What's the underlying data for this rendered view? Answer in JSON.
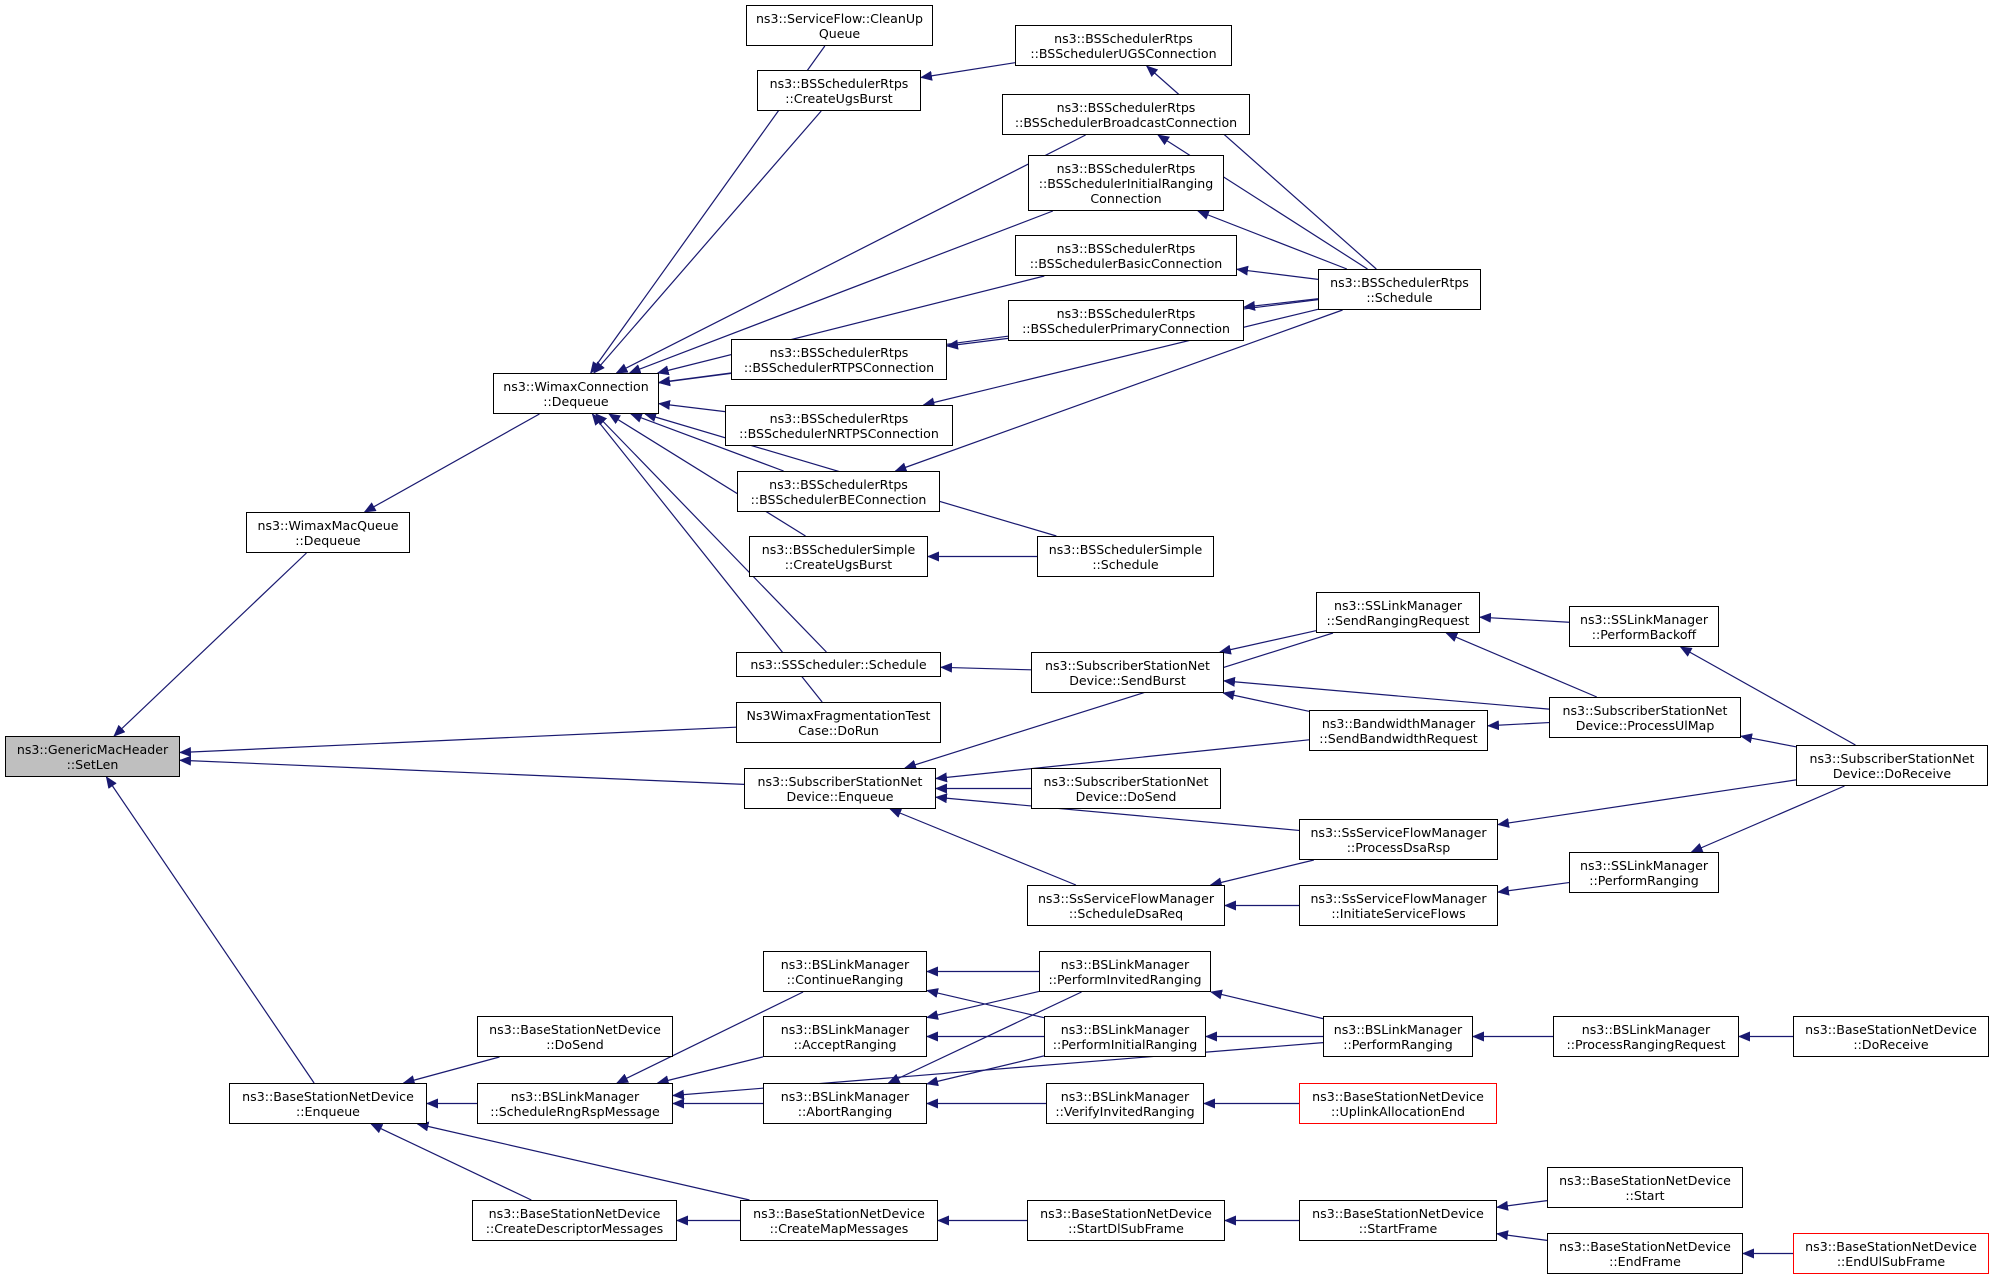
{
  "graph": {
    "edge_color": "#191970",
    "focus_fill": "#bfbfbf",
    "truncated_border": "#ff0000",
    "nodes": [
      {
        "id": "gmh_setlen",
        "lines": [
          "ns3::GenericMacHeader",
          "::SetLen"
        ],
        "focus": true
      },
      {
        "id": "wmq_dequeue",
        "lines": [
          "ns3::WimaxMacQueue",
          "::Dequeue"
        ]
      },
      {
        "id": "bsnd_enqueue",
        "lines": [
          "ns3::BaseStationNetDevice",
          "::Enqueue"
        ]
      },
      {
        "id": "wc_dequeue",
        "lines": [
          "ns3::WimaxConnection",
          "::Dequeue"
        ]
      },
      {
        "id": "frag_dorun",
        "lines": [
          "Ns3WimaxFragmentationTest",
          "Case::DoRun"
        ]
      },
      {
        "id": "ssnd_enqueue",
        "lines": [
          "ns3::SubscriberStationNet",
          "Device::Enqueue"
        ]
      },
      {
        "id": "sf_cleanup",
        "lines": [
          "ns3::ServiceFlow::CleanUp",
          "Queue"
        ]
      },
      {
        "id": "rtps_createugs",
        "lines": [
          "ns3::BSSchedulerRtps",
          "::CreateUgsBurst"
        ]
      },
      {
        "id": "rtps_ugsconn",
        "lines": [
          "ns3::BSSchedulerRtps",
          "::BSSchedulerUGSConnection"
        ]
      },
      {
        "id": "rtps_bcastconn",
        "lines": [
          "ns3::BSSchedulerRtps",
          "::BSSchedulerBroadcastConnection"
        ]
      },
      {
        "id": "rtps_initconn",
        "lines": [
          "ns3::BSSchedulerRtps",
          "::BSSchedulerInitialRanging",
          "Connection"
        ]
      },
      {
        "id": "rtps_basicconn",
        "lines": [
          "ns3::BSSchedulerRtps",
          "::BSSchedulerBasicConnection"
        ]
      },
      {
        "id": "rtps_primconn",
        "lines": [
          "ns3::BSSchedulerRtps",
          "::BSSchedulerPrimaryConnection"
        ]
      },
      {
        "id": "rtps_rtpsconn",
        "lines": [
          "ns3::BSSchedulerRtps",
          "::BSSchedulerRTPSConnection"
        ]
      },
      {
        "id": "rtps_nrtpsconn",
        "lines": [
          "ns3::BSSchedulerRtps",
          "::BSSchedulerNRTPSConnection"
        ]
      },
      {
        "id": "rtps_beconn",
        "lines": [
          "ns3::BSSchedulerRtps",
          "::BSSchedulerBEConnection"
        ]
      },
      {
        "id": "rtps_schedule",
        "lines": [
          "ns3::BSSchedulerRtps",
          "::Schedule"
        ]
      },
      {
        "id": "simple_createugs",
        "lines": [
          "ns3::BSSchedulerSimple",
          "::CreateUgsBurst"
        ]
      },
      {
        "id": "simple_schedule",
        "lines": [
          "ns3::BSSchedulerSimple",
          "::Schedule"
        ]
      },
      {
        "id": "ss_schedule",
        "lines": [
          "ns3::SSScheduler::Schedule"
        ]
      },
      {
        "id": "ssnd_sendburst",
        "lines": [
          "ns3::SubscriberStationNet",
          "Device::SendBurst"
        ]
      },
      {
        "id": "sslm_sendranging",
        "lines": [
          "ns3::SSLinkManager",
          "::SendRangingRequest"
        ]
      },
      {
        "id": "sslm_backoff",
        "lines": [
          "ns3::SSLinkManager",
          "::PerformBackoff"
        ]
      },
      {
        "id": "bwm_sendbw",
        "lines": [
          "ns3::BandwidthManager",
          "::SendBandwidthRequest"
        ]
      },
      {
        "id": "ssnd_processulmap",
        "lines": [
          "ns3::SubscriberStationNet",
          "Device::ProcessUlMap"
        ]
      },
      {
        "id": "ssnd_doreceive",
        "lines": [
          "ns3::SubscriberStationNet",
          "Device::DoReceive"
        ]
      },
      {
        "id": "ssnd_dosend",
        "lines": [
          "ns3::SubscriberStationNet",
          "Device::DoSend"
        ]
      },
      {
        "id": "ssfm_processdsarsp",
        "lines": [
          "ns3::SsServiceFlowManager",
          "::ProcessDsaRsp"
        ]
      },
      {
        "id": "ssfm_scheduledsareq",
        "lines": [
          "ns3::SsServiceFlowManager",
          "::ScheduleDsaReq"
        ]
      },
      {
        "id": "ssfm_initiate",
        "lines": [
          "ns3::SsServiceFlowManager",
          "::InitiateServiceFlows"
        ]
      },
      {
        "id": "sslm_performranging",
        "lines": [
          "ns3::SSLinkManager",
          "::PerformRanging"
        ]
      },
      {
        "id": "bsnd_dosend",
        "lines": [
          "ns3::BaseStationNetDevice",
          "::DoSend"
        ]
      },
      {
        "id": "bslm_schedrngrsp",
        "lines": [
          "ns3::BSLinkManager",
          "::ScheduleRngRspMessage"
        ]
      },
      {
        "id": "bslm_continue",
        "lines": [
          "ns3::BSLinkManager",
          "::ContinueRanging"
        ]
      },
      {
        "id": "bslm_accept",
        "lines": [
          "ns3::BSLinkManager",
          "::AcceptRanging"
        ]
      },
      {
        "id": "bslm_abort",
        "lines": [
          "ns3::BSLinkManager",
          "::AbortRanging"
        ]
      },
      {
        "id": "bslm_invited",
        "lines": [
          "ns3::BSLinkManager",
          "::PerformInvitedRanging"
        ]
      },
      {
        "id": "bslm_initial",
        "lines": [
          "ns3::BSLinkManager",
          "::PerformInitialRanging"
        ]
      },
      {
        "id": "bslm_verify",
        "lines": [
          "ns3::BSLinkManager",
          "::VerifyInvitedRanging"
        ]
      },
      {
        "id": "bslm_perform",
        "lines": [
          "ns3::BSLinkManager",
          "::PerformRanging"
        ]
      },
      {
        "id": "bsnd_uplinkend",
        "lines": [
          "ns3::BaseStationNetDevice",
          "::UplinkAllocationEnd"
        ],
        "truncated": true
      },
      {
        "id": "bslm_processrngreq",
        "lines": [
          "ns3::BSLinkManager",
          "::ProcessRangingRequest"
        ]
      },
      {
        "id": "bsnd_doreceive",
        "lines": [
          "ns3::BaseStationNetDevice",
          "::DoReceive"
        ]
      },
      {
        "id": "bsnd_createdesc",
        "lines": [
          "ns3::BaseStationNetDevice",
          "::CreateDescriptorMessages"
        ]
      },
      {
        "id": "bsnd_createmap",
        "lines": [
          "ns3::BaseStationNetDevice",
          "::CreateMapMessages"
        ]
      },
      {
        "id": "bsnd_startdl",
        "lines": [
          "ns3::BaseStationNetDevice",
          "::StartDlSubFrame"
        ]
      },
      {
        "id": "bsnd_startframe",
        "lines": [
          "ns3::BaseStationNetDevice",
          "::StartFrame"
        ]
      },
      {
        "id": "bsnd_start",
        "lines": [
          "ns3::BaseStationNetDevice",
          "::Start"
        ]
      },
      {
        "id": "bsnd_endframe",
        "lines": [
          "ns3::BaseStationNetDevice",
          "::EndFrame"
        ]
      },
      {
        "id": "bsnd_endul",
        "lines": [
          "ns3::BaseStationNetDevice",
          "::EndUlSubFrame"
        ],
        "truncated": true
      }
    ],
    "edges": [
      [
        "wmq_dequeue",
        "gmh_setlen"
      ],
      [
        "bsnd_enqueue",
        "gmh_setlen"
      ],
      [
        "frag_dorun",
        "gmh_setlen"
      ],
      [
        "ssnd_enqueue",
        "gmh_setlen"
      ],
      [
        "wc_dequeue",
        "wmq_dequeue"
      ],
      [
        "sf_cleanup",
        "wc_dequeue"
      ],
      [
        "rtps_createugs",
        "wc_dequeue"
      ],
      [
        "rtps_bcastconn",
        "wc_dequeue"
      ],
      [
        "rtps_initconn",
        "wc_dequeue"
      ],
      [
        "rtps_basicconn",
        "wc_dequeue"
      ],
      [
        "rtps_primconn",
        "wc_dequeue"
      ],
      [
        "rtps_rtpsconn",
        "wc_dequeue"
      ],
      [
        "rtps_nrtpsconn",
        "wc_dequeue"
      ],
      [
        "rtps_beconn",
        "wc_dequeue"
      ],
      [
        "simple_createugs",
        "wc_dequeue"
      ],
      [
        "simple_schedule",
        "wc_dequeue"
      ],
      [
        "ss_schedule",
        "wc_dequeue"
      ],
      [
        "frag_dorun",
        "wc_dequeue"
      ],
      [
        "rtps_ugsconn",
        "rtps_createugs"
      ],
      [
        "rtps_schedule",
        "rtps_ugsconn"
      ],
      [
        "rtps_schedule",
        "rtps_bcastconn"
      ],
      [
        "rtps_schedule",
        "rtps_initconn"
      ],
      [
        "rtps_schedule",
        "rtps_basicconn"
      ],
      [
        "rtps_schedule",
        "rtps_primconn"
      ],
      [
        "rtps_schedule",
        "rtps_rtpsconn"
      ],
      [
        "rtps_schedule",
        "rtps_nrtpsconn"
      ],
      [
        "rtps_schedule",
        "rtps_beconn"
      ],
      [
        "simple_schedule",
        "simple_createugs"
      ],
      [
        "ssnd_sendburst",
        "ss_schedule"
      ],
      [
        "sslm_sendranging",
        "ssnd_sendburst"
      ],
      [
        "bwm_sendbw",
        "ssnd_sendburst"
      ],
      [
        "ssnd_processulmap",
        "ssnd_sendburst"
      ],
      [
        "sslm_backoff",
        "sslm_sendranging"
      ],
      [
        "ssnd_processulmap",
        "sslm_sendranging"
      ],
      [
        "ssnd_doreceive",
        "sslm_backoff"
      ],
      [
        "ssnd_doreceive",
        "ssnd_processulmap"
      ],
      [
        "ssnd_processulmap",
        "bwm_sendbw"
      ],
      [
        "sslm_sendranging",
        "ssnd_enqueue"
      ],
      [
        "bwm_sendbw",
        "ssnd_enqueue"
      ],
      [
        "ssnd_dosend",
        "ssnd_enqueue"
      ],
      [
        "ssfm_processdsarsp",
        "ssnd_enqueue"
      ],
      [
        "ssfm_scheduledsareq",
        "ssnd_enqueue"
      ],
      [
        "ssnd_doreceive",
        "ssfm_processdsarsp"
      ],
      [
        "ssfm_processdsarsp",
        "ssfm_scheduledsareq"
      ],
      [
        "ssfm_initiate",
        "ssfm_scheduledsareq"
      ],
      [
        "sslm_performranging",
        "ssfm_initiate"
      ],
      [
        "ssnd_doreceive",
        "sslm_performranging"
      ],
      [
        "bsnd_dosend",
        "bsnd_enqueue"
      ],
      [
        "bslm_schedrngrsp",
        "bsnd_enqueue"
      ],
      [
        "bsnd_createdesc",
        "bsnd_enqueue"
      ],
      [
        "bsnd_createmap",
        "bsnd_enqueue"
      ],
      [
        "bslm_continue",
        "bslm_schedrngrsp"
      ],
      [
        "bslm_accept",
        "bslm_schedrngrsp"
      ],
      [
        "bslm_abort",
        "bslm_schedrngrsp"
      ],
      [
        "bslm_perform",
        "bslm_schedrngrsp"
      ],
      [
        "bslm_invited",
        "bslm_continue"
      ],
      [
        "bslm_initial",
        "bslm_continue"
      ],
      [
        "bslm_invited",
        "bslm_accept"
      ],
      [
        "bslm_initial",
        "bslm_accept"
      ],
      [
        "bslm_invited",
        "bslm_abort"
      ],
      [
        "bslm_initial",
        "bslm_abort"
      ],
      [
        "bslm_verify",
        "bslm_abort"
      ],
      [
        "bslm_perform",
        "bslm_invited"
      ],
      [
        "bslm_perform",
        "bslm_initial"
      ],
      [
        "bsnd_uplinkend",
        "bslm_verify"
      ],
      [
        "bslm_processrngreq",
        "bslm_perform"
      ],
      [
        "bsnd_doreceive",
        "bslm_processrngreq"
      ],
      [
        "bsnd_createmap",
        "bsnd_createdesc"
      ],
      [
        "bsnd_startdl",
        "bsnd_createmap"
      ],
      [
        "bsnd_startframe",
        "bsnd_startdl"
      ],
      [
        "bsnd_start",
        "bsnd_startframe"
      ],
      [
        "bsnd_endframe",
        "bsnd_startframe"
      ],
      [
        "bsnd_endul",
        "bsnd_endframe"
      ]
    ]
  }
}
